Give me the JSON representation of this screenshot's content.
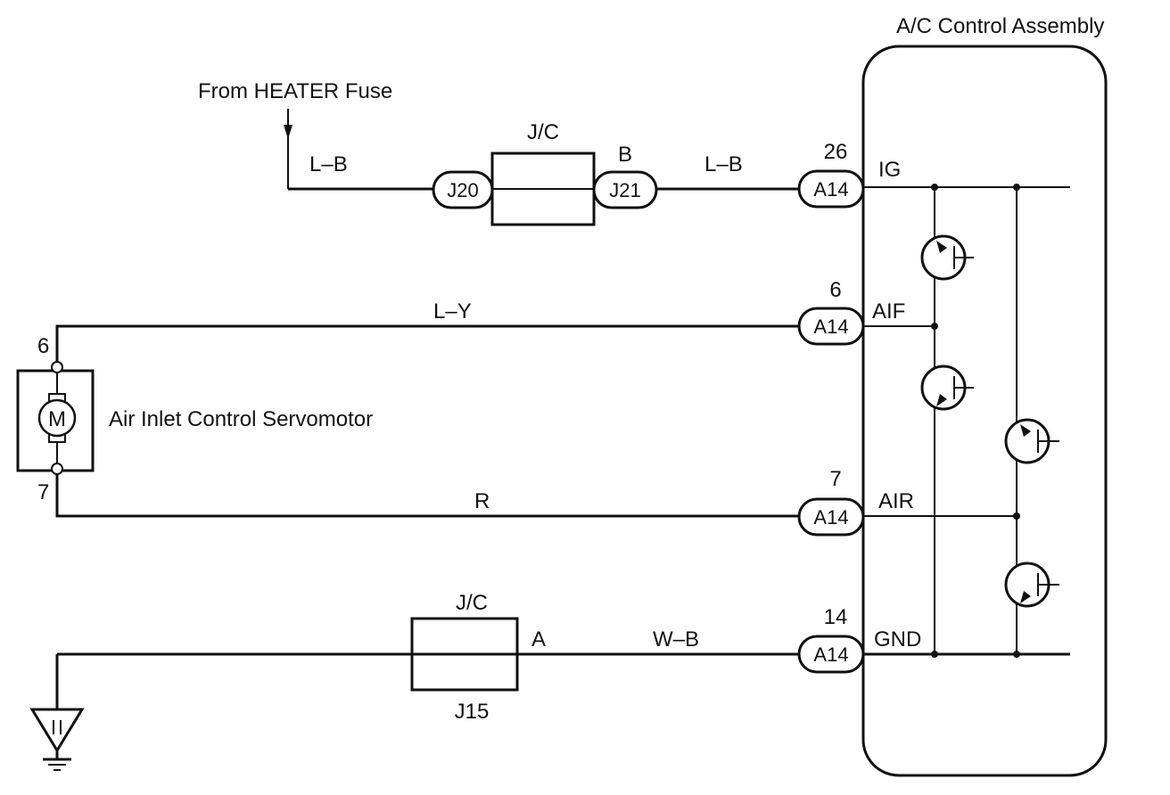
{
  "title": "A/C Control Assembly",
  "source": "From HEATER Fuse",
  "component": "Air Inlet Control Servomotor",
  "motor_symbol": "M",
  "motor_pins": {
    "top": "6",
    "bottom": "7"
  },
  "junction_top": {
    "label": "J/C",
    "left_connector": "J20",
    "right_connector": "J21",
    "right_pin": "B"
  },
  "junction_bottom": {
    "label": "J/C",
    "name": "J15",
    "pin": "A"
  },
  "wires": {
    "fuse_to_jc": "L–B",
    "jc_to_ecu": "L–B",
    "aif": "L–Y",
    "air": "R",
    "gnd": "W–B"
  },
  "ecu_terminals": [
    {
      "connector": "A14",
      "pin": "26",
      "name": "IG"
    },
    {
      "connector": "A14",
      "pin": "6",
      "name": "AIF"
    },
    {
      "connector": "A14",
      "pin": "7",
      "name": "AIR"
    },
    {
      "connector": "A14",
      "pin": "14",
      "name": "GND"
    }
  ]
}
